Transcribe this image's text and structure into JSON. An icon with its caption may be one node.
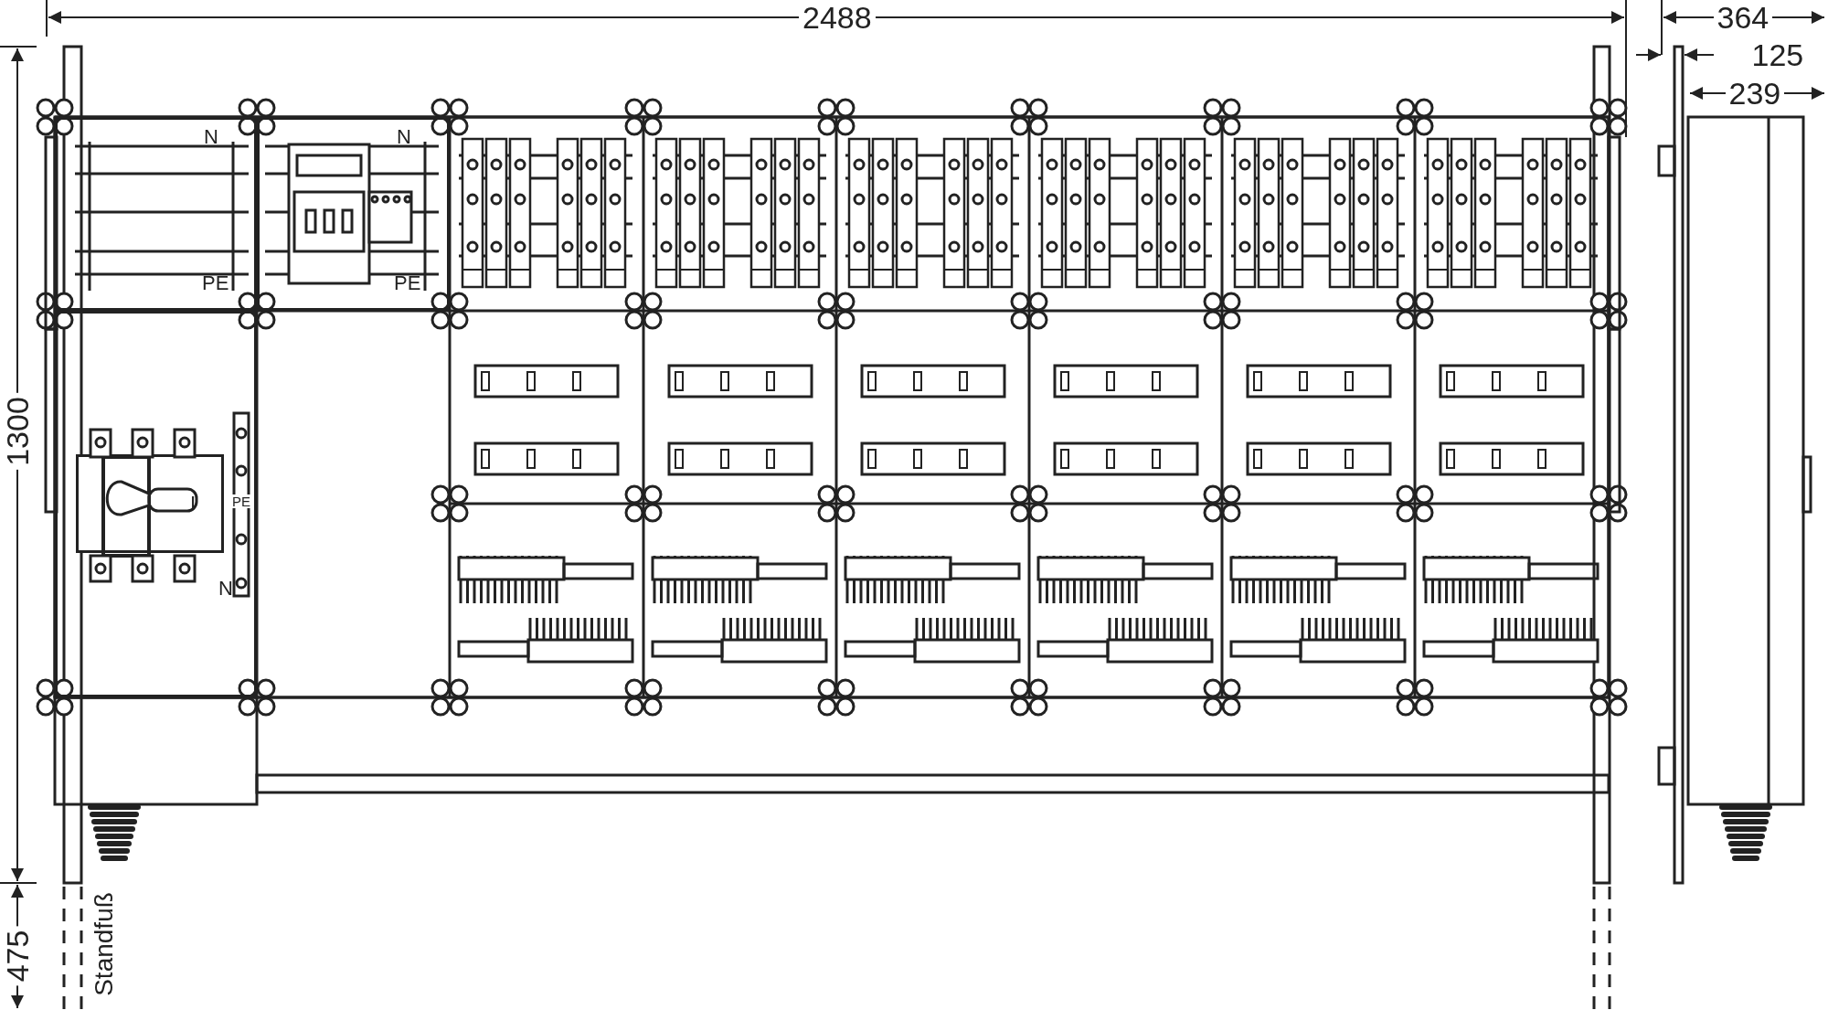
{
  "diagram": {
    "nodes": [
      {
        "text": [
          "N",
          "PE"
        ]
      },
      {
        "text": [
          "N",
          "PE"
        ]
      },
      {
        "text": [
          "PE",
          "N"
        ]
      },
      {
        "text": [
          "I"
        ],
        "in": 2
      }
    ],
    "labels": [
      "2488",
      "364",
      "125",
      "239",
      "1300",
      "475",
      "Standfuß"
    ]
  }
}
